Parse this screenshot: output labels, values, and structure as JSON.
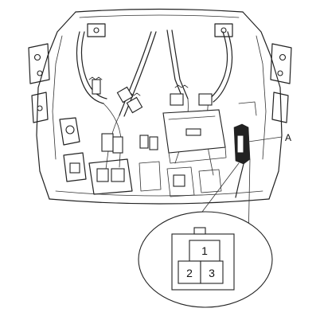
{
  "callout": {
    "label": "A"
  },
  "connector": {
    "pins": [
      "1",
      "2",
      "3"
    ]
  }
}
